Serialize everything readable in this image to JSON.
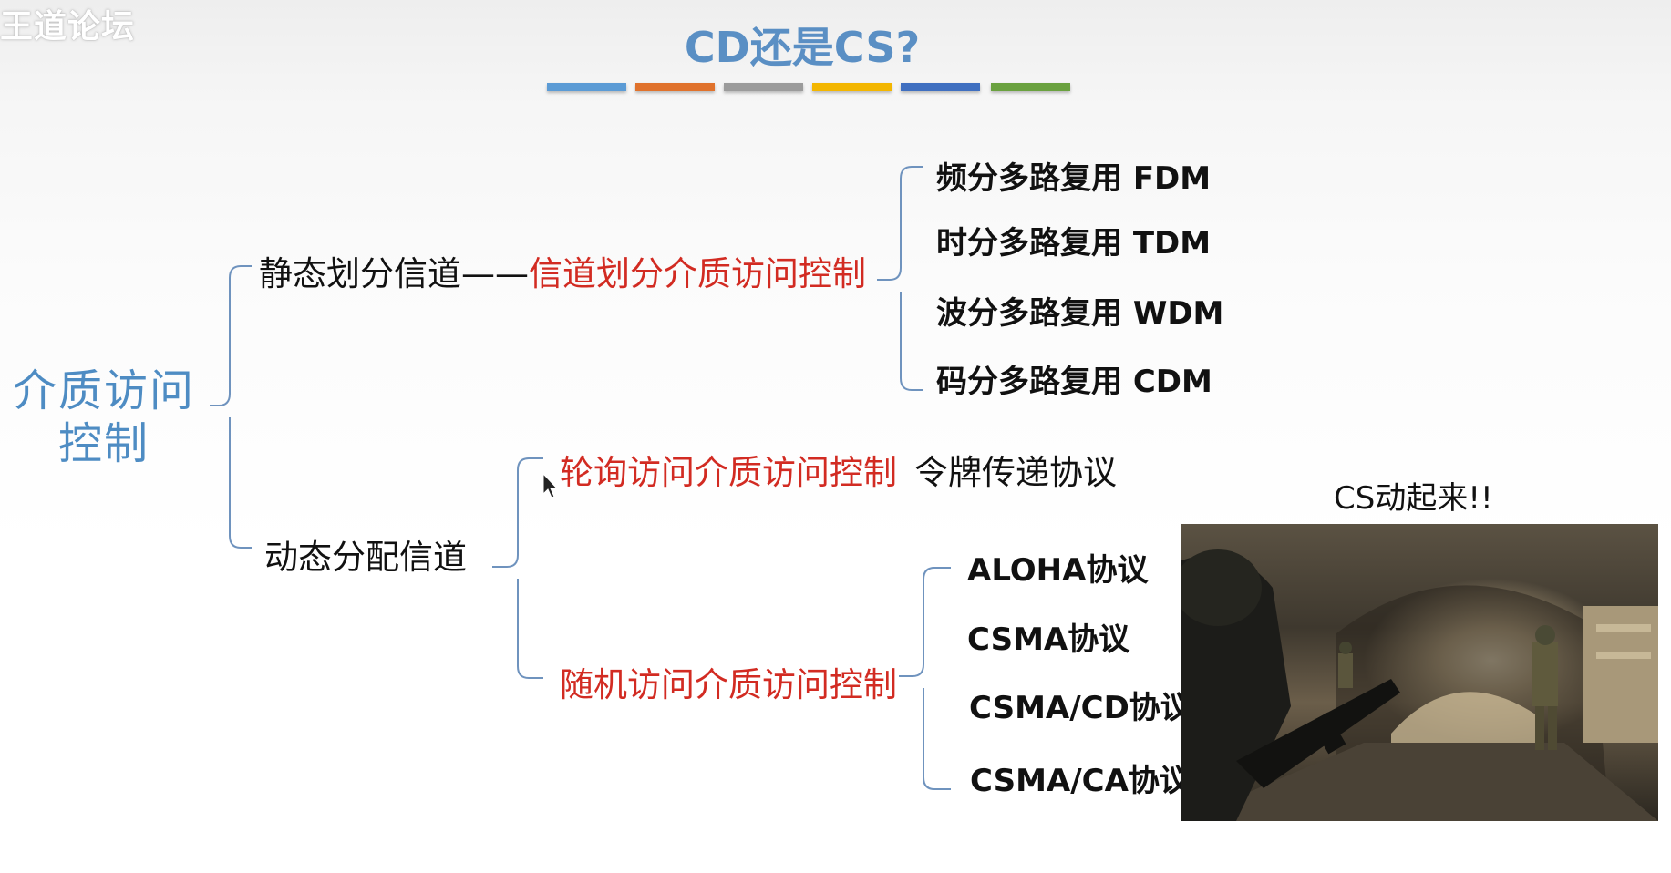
{
  "watermark": "王道论坛",
  "title": "CD还是CS?",
  "color_bar": [
    "#5b9bd5",
    "#e0722c",
    "#9b9b9b",
    "#f3b600",
    "#3f6fc0",
    "#6aa13f"
  ],
  "root": "介质访问控制",
  "static": {
    "label": "静态划分信道——",
    "red_label": "信道划分介质访问控制",
    "children": [
      "频分多路复用 FDM",
      "时分多路复用 TDM",
      "波分多路复用 WDM",
      "码分多路复用 CDM"
    ]
  },
  "dynamic": {
    "label": "动态分配信道",
    "polling": {
      "red_label": "轮询访问介质访问控制",
      "protocol": "令牌传递协议"
    },
    "random": {
      "red_label": "随机访问介质访问控制",
      "children": [
        "ALOHA协议",
        "CSMA协议",
        "CSMA/CD协议",
        "CSMA/CA协议"
      ]
    }
  },
  "caption": "CS动起来!!",
  "photo_alt": "CS game screenshot"
}
